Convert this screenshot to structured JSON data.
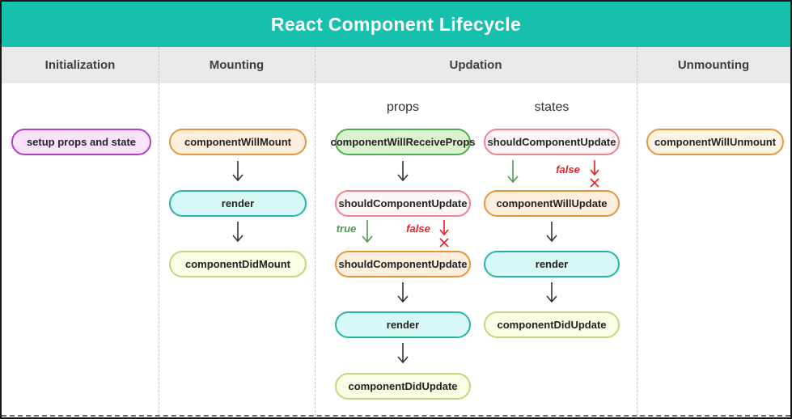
{
  "title": "React Component Lifecycle",
  "columns": [
    {
      "label": "Initialization"
    },
    {
      "label": "Mounting"
    },
    {
      "label": "Updation"
    },
    {
      "label": "Unmounting"
    }
  ],
  "updation": {
    "sub_columns": [
      {
        "label": "props"
      },
      {
        "label": "states"
      }
    ],
    "branch": {
      "true_label": "true",
      "false_label": "false"
    }
  },
  "nodes": {
    "initialization": [
      {
        "label": "setup props and state"
      }
    ],
    "mounting": [
      {
        "label": "componentWillMount"
      },
      {
        "label": "render"
      },
      {
        "label": "componentDidMount"
      }
    ],
    "updation_props": [
      {
        "label": "componentWillReceiveProps"
      },
      {
        "label": "shouldComponentUpdate"
      },
      {
        "label": "shouldComponentUpdate"
      },
      {
        "label": "render"
      },
      {
        "label": "componentDidUpdate"
      }
    ],
    "updation_states": [
      {
        "label": "shouldComponentUpdate"
      },
      {
        "label": "componentWillUpdate"
      },
      {
        "label": "render"
      },
      {
        "label": "componentDidUpdate"
      }
    ],
    "unmounting": [
      {
        "label": "componentWillUnmount"
      }
    ]
  },
  "colors": {
    "header_teal": "#17c0ac",
    "header_gray": "#e9e9e9",
    "purple_border": "#b13dc6",
    "orange_border": "#e6953f",
    "teal_border": "#27b3a5",
    "yellow_border": "#c9d37b",
    "green_border": "#4caf50",
    "pink_border": "#f2808d",
    "true_green": "#4e9a52",
    "false_red": "#e8242b"
  }
}
